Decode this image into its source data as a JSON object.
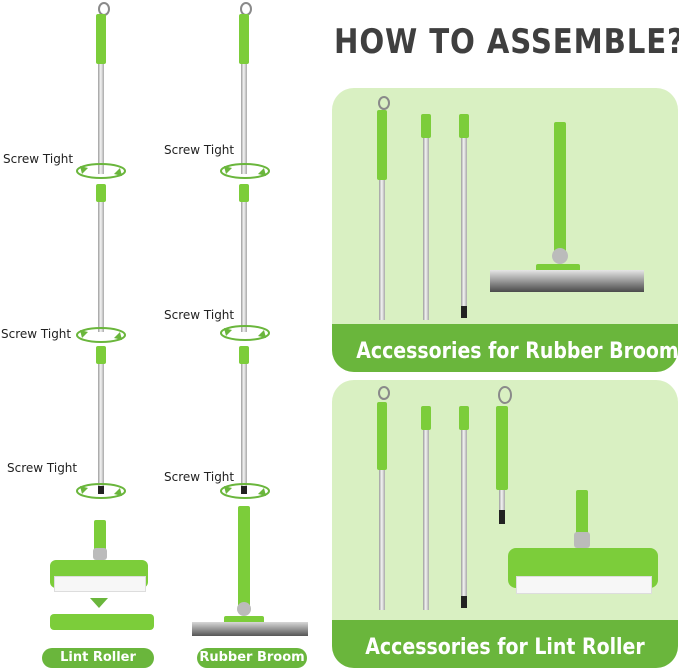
{
  "header": {
    "title": "HOW TO ASSEMBLE?"
  },
  "steps": {
    "screw_tight": "Screw Tight"
  },
  "products": {
    "lint_roller": "Lint Roller",
    "rubber_broom": "Rubber Broom"
  },
  "panels": {
    "rubber_broom_accessories": "Accessories for Rubber Broom",
    "lint_roller_accessories": "Accessories for Lint Roller"
  },
  "colors": {
    "accent_green": "#6ab63c",
    "light_green": "#d9f0c2",
    "grip_green": "#7ccd3a",
    "title_gray": "#3f3f3f"
  },
  "icons": [
    "rotate-arrow-icon",
    "down-arrow-icon"
  ]
}
